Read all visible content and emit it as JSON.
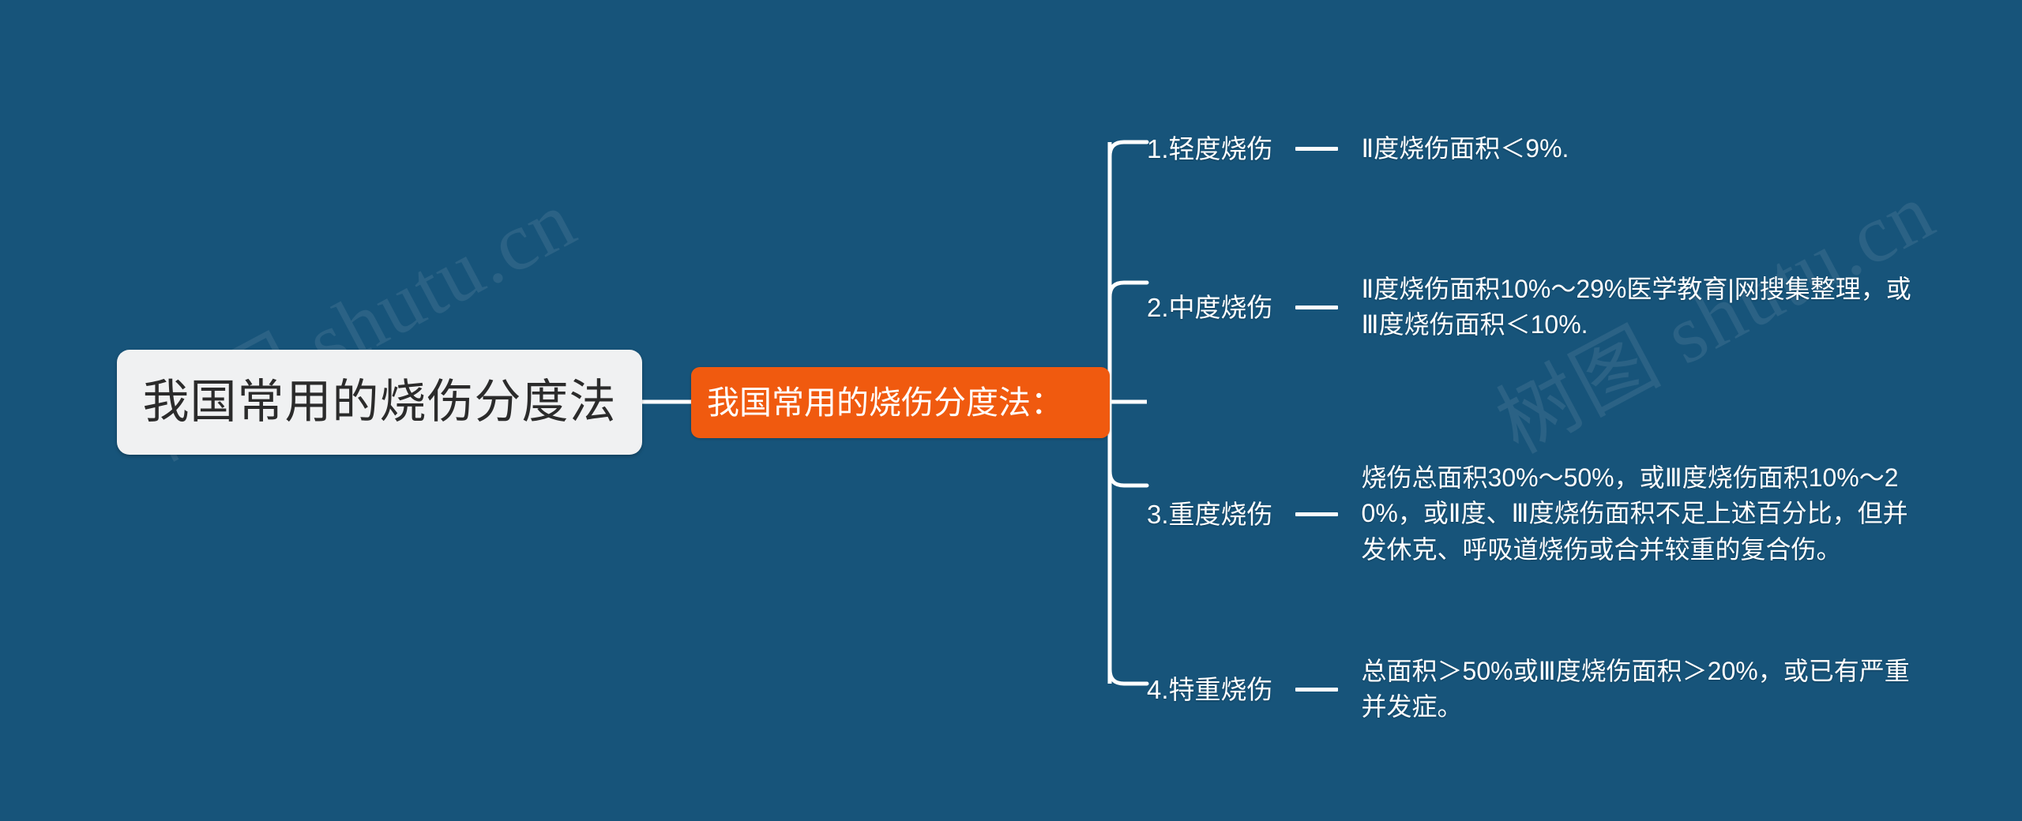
{
  "theme": {
    "background_color": "#17547A",
    "root_node_bg": "#F0F1F2",
    "root_node_text_color": "#2B2B2B",
    "accent_color": "#F05A0F",
    "branch_text_color": "#FFFFFF",
    "connector_color": "#FFFFFF"
  },
  "mindmap": {
    "root": {
      "label": "我国常用的烧伤分度法"
    },
    "topic": {
      "label": "我国常用的烧伤分度法："
    },
    "branches": [
      {
        "label": "1.轻度烧伤",
        "separator": "—",
        "description": "Ⅱ度烧伤面积＜9%."
      },
      {
        "label": "2.中度烧伤",
        "separator": "—",
        "description": "Ⅱ度烧伤面积10%～29%医学教育|网搜集整理，或Ⅲ度烧伤面积＜10%."
      },
      {
        "label": "3.重度烧伤",
        "separator": "—",
        "description": "烧伤总面积30%～50%，或Ⅲ度烧伤面积10%～20%，或Ⅱ度、Ⅲ度烧伤面积不足上述百分比，但并发休克、呼吸道烧伤或合并较重的复合伤。"
      },
      {
        "label": "4.特重烧伤",
        "separator": "—",
        "description": "总面积＞50%或Ⅲ度烧伤面积＞20%，或已有严重并发症。"
      }
    ]
  },
  "watermarks": {
    "left": "树图 shutu.cn",
    "right": "树图 shutu.cn"
  }
}
